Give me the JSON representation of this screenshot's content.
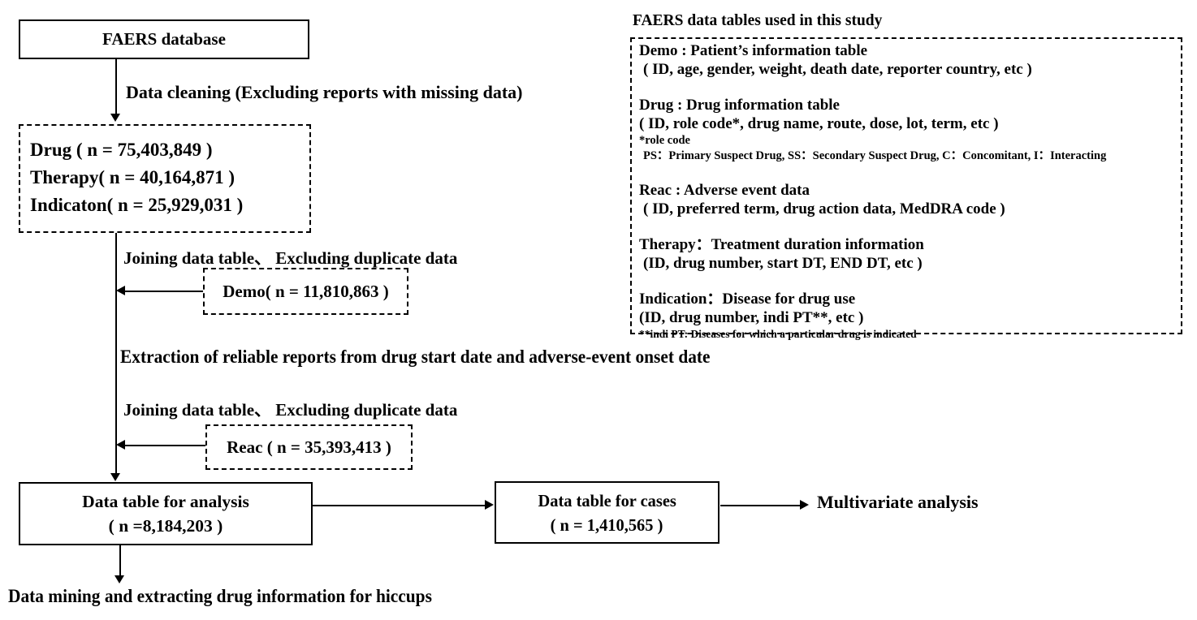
{
  "flow": {
    "faers_box_label": "FAERS database",
    "data_cleaning_label": "Data cleaning (Excluding reports with missing data)",
    "source_box": {
      "drug": "Drug ( n = 75,403,849 )",
      "therapy": "Therapy( n = 40,164,871 )",
      "indication": "Indicaton( n = 25,929,031 )"
    },
    "joining_label_1": "Joining data table、 Excluding duplicate data",
    "demo_box_label": "Demo( n = 11,810,863 )",
    "extraction_label": "Extraction of reliable reports from drug start date and adverse-event onset date",
    "joining_label_2": "Joining data table、 Excluding duplicate data",
    "reac_box_label": "Reac ( n = 35,393,413 )",
    "analysis_box": {
      "line1": "Data table for analysis",
      "line2": "( n =8,184,203 )"
    },
    "cases_box": {
      "line1": "Data table for cases",
      "line2": "( n = 1,410,565 )"
    },
    "multivariate_label": "Multivariate analysis",
    "datamining_label": "Data mining and extracting drug information for hiccups"
  },
  "right_panel": {
    "title": "FAERS data tables used in this study",
    "demo_title": "Demo : Patient’s information table",
    "demo_fields": "( ID, age, gender, weight, death date, reporter country, etc )",
    "drug_title": "Drug : Drug information table",
    "drug_fields": "( ID, role code*, drug name, route, dose, lot, term, etc )",
    "role_code_note": "*role code",
    "role_code_detail": "PS：Primary Suspect Drug, SS：Secondary Suspect Drug, C：Concomitant,  I：Interacting",
    "reac_title": "Reac : Adverse event data",
    "reac_fields": "( ID, preferred term, drug action data, MedDRA code )",
    "therapy_title": "Therapy：Treatment duration information",
    "therapy_fields": "(ID, drug number, start DT, END DT, etc )",
    "indication_title": "Indication：Disease for drug use",
    "indication_fields": "(ID, drug number, indi PT**, etc )",
    "indi_pt_note": "**indi PT: Diseases for which a particular drug is indicated"
  },
  "colors": {
    "line": "#000000",
    "background": "#ffffff",
    "text": "#000000"
  }
}
